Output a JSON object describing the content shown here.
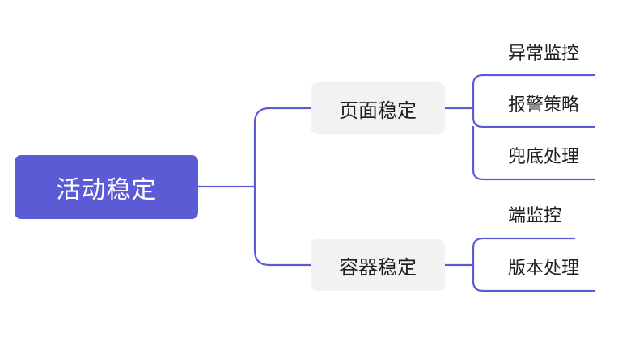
{
  "mindmap": {
    "root": {
      "label": "活动稳定"
    },
    "branches": [
      {
        "label": "页面稳定",
        "children": [
          {
            "label": "异常监控"
          },
          {
            "label": "报警策略"
          },
          {
            "label": "兜底处理"
          }
        ]
      },
      {
        "label": "容器稳定",
        "children": [
          {
            "label": "端监控"
          },
          {
            "label": "版本处理"
          }
        ]
      }
    ]
  },
  "colors": {
    "root_fill": "#5b5bd6",
    "connector": "#5b5bd6",
    "branch_fill": "#f2f2f2",
    "text_dark": "#1f1f1f"
  }
}
